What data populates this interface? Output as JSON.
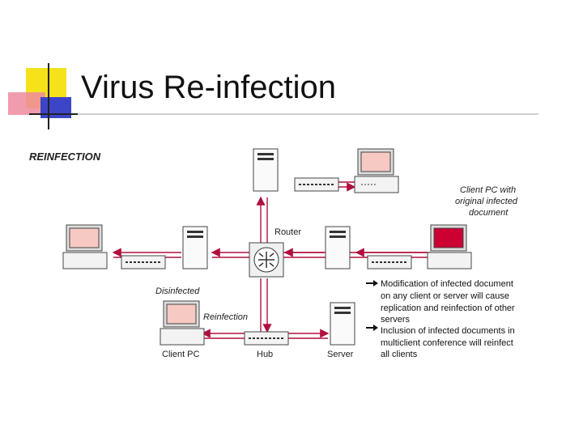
{
  "slide": {
    "title": "Virus Re-infection"
  },
  "diagram": {
    "heading": "REINFECTION",
    "router_label": "Router",
    "client_infected_label": [
      "Client PC with",
      "original infected",
      "document"
    ],
    "disinfected_label": "Disinfected",
    "reinfection_label": "Reinfection",
    "client_pc_label": "Client PC",
    "hub_label": "Hub",
    "server_label": "Server",
    "notes": [
      [
        "Modification of infected document",
        "on any client or server will cause",
        "replication and reinfection of other",
        "servers"
      ],
      [
        "Inclusion of infected documents in",
        "multiclient conference will reinfect",
        "all clients"
      ]
    ],
    "colors": {
      "arrow": "#b0103e",
      "infected_screen": "#cc0033",
      "clean_screen": "#f6c9c2",
      "title_bar_yellow": "#f5e21a",
      "title_bar_blue": "#3c45c8",
      "title_bar_pink": "#ee6a8a"
    }
  }
}
